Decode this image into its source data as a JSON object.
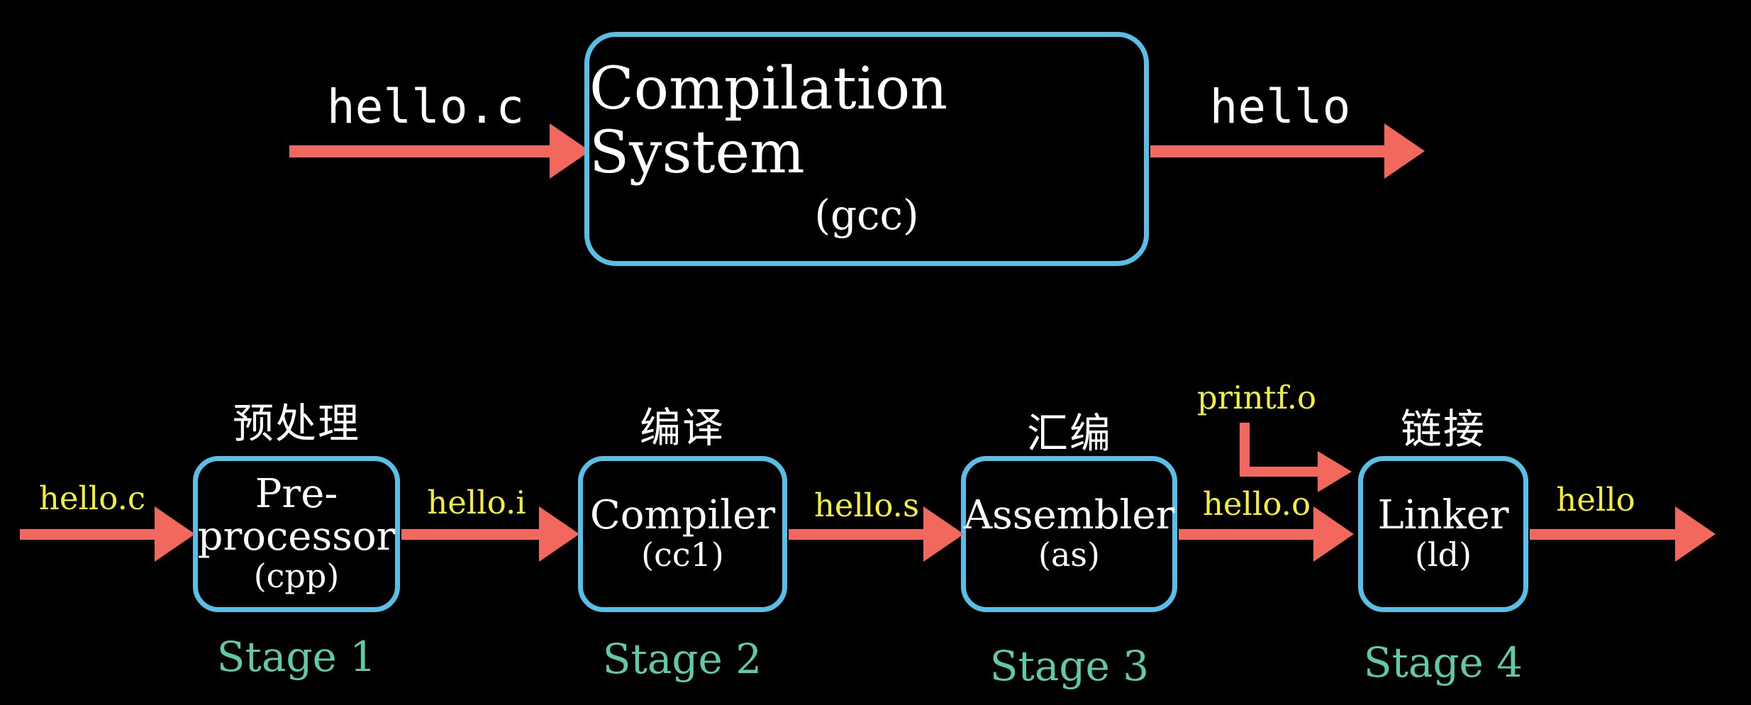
{
  "colors": {
    "background": "#000000",
    "box_border": "#58BFE7",
    "arrow": "#F2685C",
    "file_label": "#F3ED3C",
    "stage_label": "#5FC9A9",
    "text": "#FFFFFF"
  },
  "top": {
    "input_file": "hello.c",
    "title": "Compilation System",
    "tool": "(gcc)",
    "output_file": "hello"
  },
  "pipeline": {
    "files": {
      "source": "hello.c",
      "preprocessed": "hello.i",
      "assembly": "hello.s",
      "object": "hello.o",
      "library": "printf.o",
      "executable": "hello"
    },
    "stages": [
      {
        "category_zh": "预处理",
        "name": "Pre-processor",
        "tool": "(cpp)",
        "caption": "Stage 1"
      },
      {
        "category_zh": "编译",
        "name": "Compiler",
        "tool": "(cc1)",
        "caption": "Stage 2"
      },
      {
        "category_zh": "汇编",
        "name": "Assembler",
        "tool": "(as)",
        "caption": "Stage 3"
      },
      {
        "category_zh": "链接",
        "name": "Linker",
        "tool": "(ld)",
        "caption": "Stage 4"
      }
    ]
  }
}
